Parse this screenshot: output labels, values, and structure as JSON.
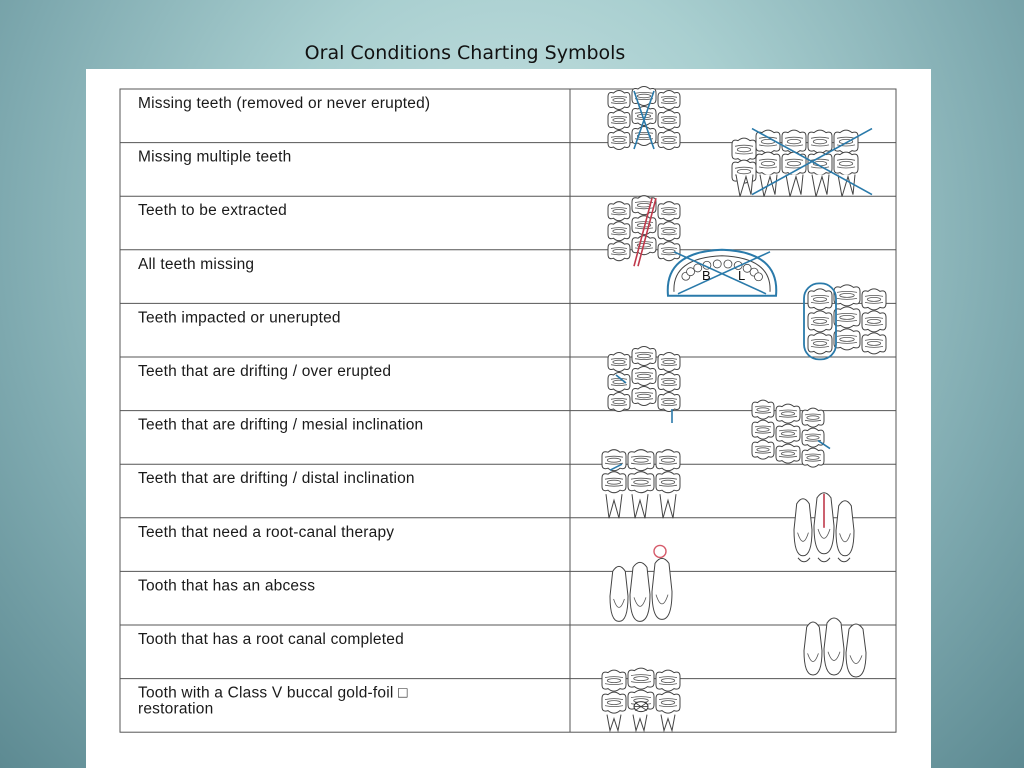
{
  "slide": {
    "title": "Oral Conditions Charting Symbols"
  },
  "table": {
    "rows": [
      {
        "label": "Missing teeth (removed or never erupted)"
      },
      {
        "label": "Missing multiple teeth"
      },
      {
        "label": "Teeth to be extracted"
      },
      {
        "label": "All teeth missing"
      },
      {
        "label": "Teeth impacted or unerupted"
      },
      {
        "label": "Teeth that are drifting / over erupted"
      },
      {
        "label": "Teeth that are drifting / mesial inclination"
      },
      {
        "label": "Teeth that are drifting / distal inclination"
      },
      {
        "label": "Teeth that need a root-canal therapy"
      },
      {
        "label": "Tooth that has an abcess"
      },
      {
        "label": "Tooth that has a root canal completed"
      },
      {
        "label": "Tooth with a Class V buccal gold-foil □",
        "label_line2": "restoration"
      }
    ],
    "arch_letters": [
      "B",
      "L"
    ]
  },
  "colors": {
    "symbol_blue": "#2a7aaa",
    "symbol_red": "#c0394b"
  }
}
